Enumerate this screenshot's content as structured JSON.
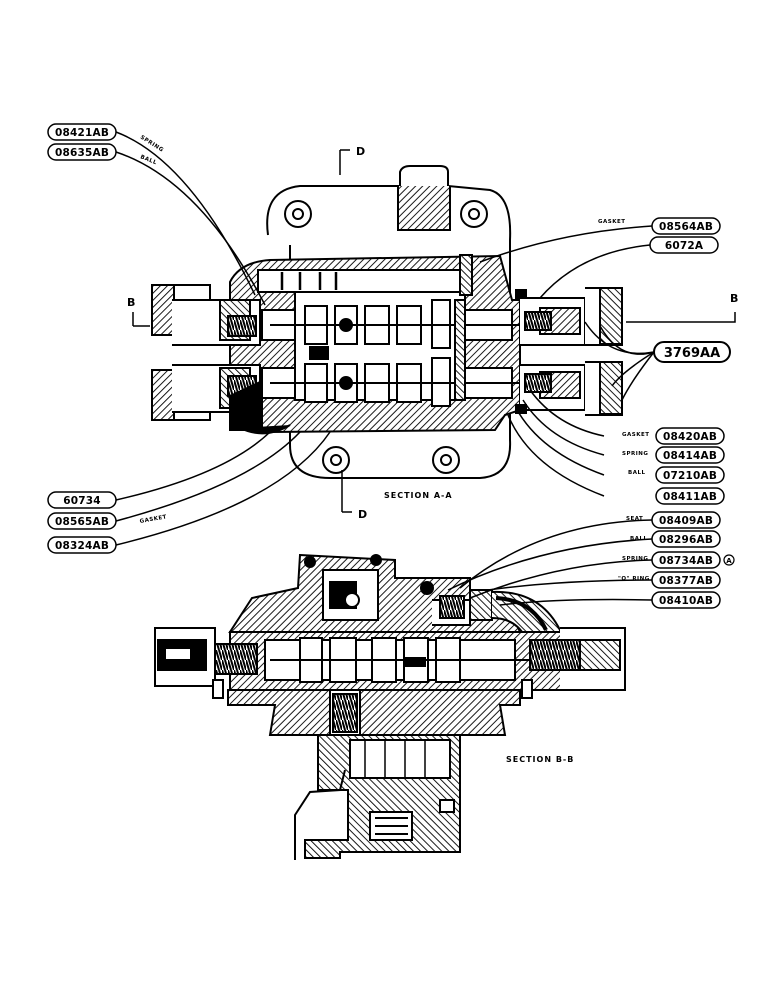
{
  "labels": {
    "p08421AB": "08421AB",
    "p08635AB": "08635AB",
    "p08564AB": "08564AB",
    "p6072A": "6072A",
    "p3769AA": "3769AA",
    "p08420AB": "08420AB",
    "p08414AB": "08414AB",
    "p07210AB": "07210AB",
    "p08411AB": "08411AB",
    "p60734": "60734",
    "p08565AB": "08565AB",
    "p08324AB": "08324AB",
    "p08409AB": "08409AB",
    "p08296AB": "08296AB",
    "p08734AB": "08734AB",
    "p08377AB": "08377AB",
    "p08410AB": "08410AB"
  },
  "notes": {
    "spring_top": "SPRING",
    "ball_top": "BALL",
    "gasket_top": "GASKET",
    "gasket_right": "GASKET",
    "spring_right": "SPRING",
    "ball_right": "BALL",
    "gasket_left": "GASKET",
    "seat": "SEAT",
    "ball_b": "BALL",
    "spring_b": "SPRING",
    "oring": "\"O\" RING",
    "circle_a": "A"
  },
  "sections": {
    "a": "SECTION A-A",
    "b": "SECTION B-B"
  },
  "marks": {
    "d_top": "D",
    "d_bottom": "D",
    "b_left": "B",
    "b_right": "B"
  }
}
